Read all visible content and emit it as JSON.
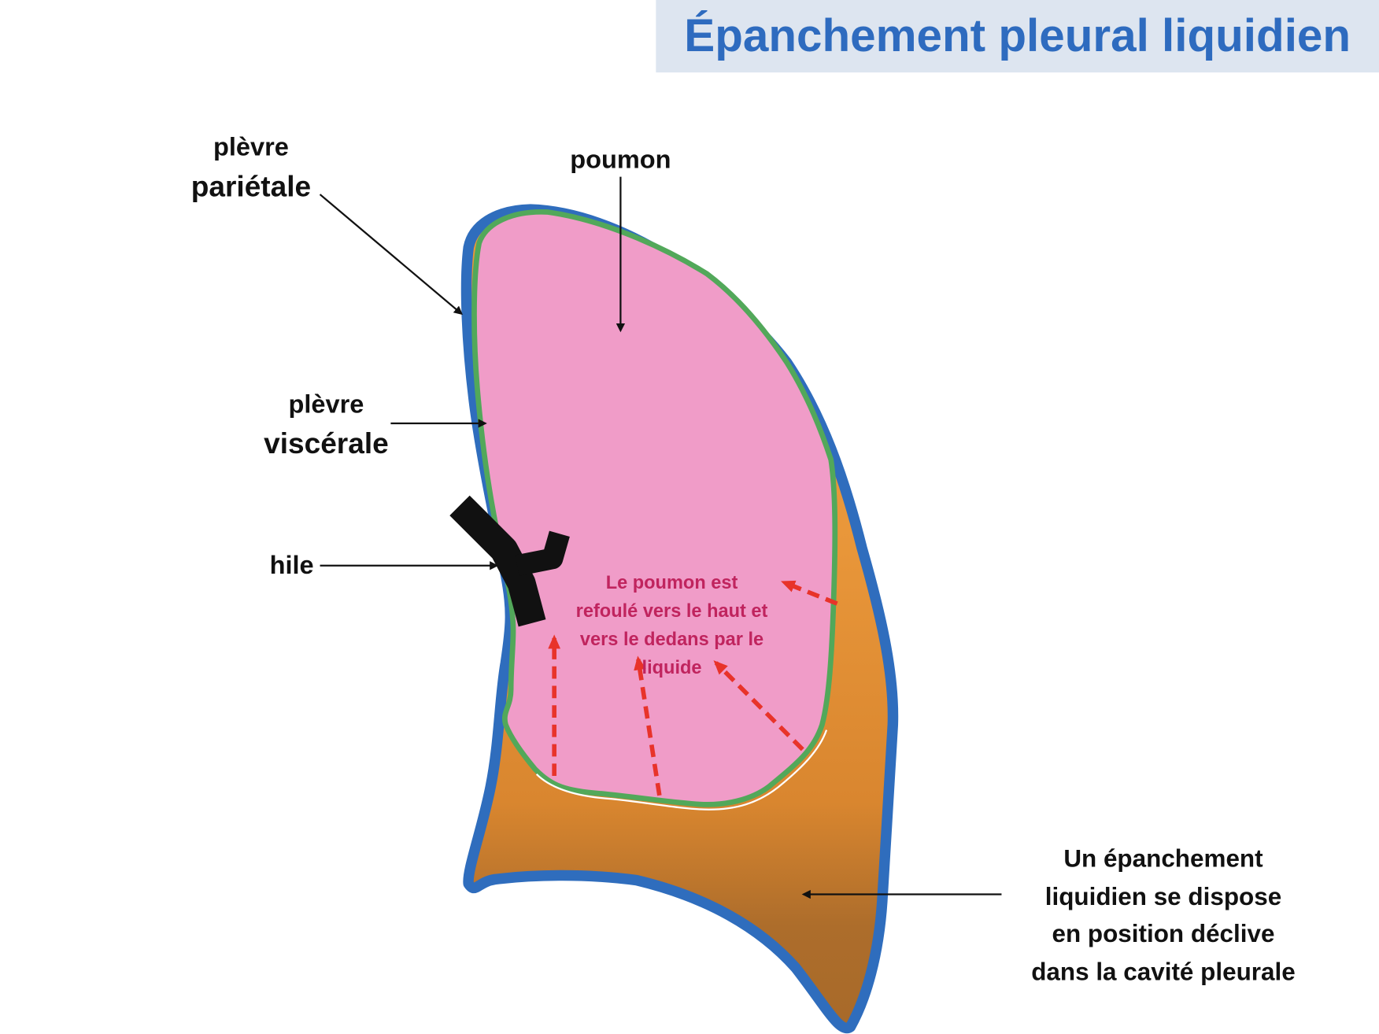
{
  "title": "Épanchement pleural liquidien",
  "labels": {
    "plevre_parietale": [
      "plèvre",
      "pariétale"
    ],
    "poumon": "poumon",
    "plevre_viscerale": [
      "plèvre",
      "viscérale"
    ],
    "hile": "hile",
    "epanchement": [
      "Un épanchement",
      "liquidien se dispose",
      "en position déclive",
      "dans la cavité pleurale"
    ],
    "note": [
      "Le poumon est",
      "refoulé vers le haut et",
      "vers le dedans par le",
      "liquide"
    ]
  },
  "colors": {
    "title_bg": "#dde5f0",
    "title_text": "#2e6bbf",
    "parietal_pleura": "#2f6dbd",
    "visceral_pleura": "#52a85a",
    "lung": "#f09cc8",
    "fluid_top": "#e9973a",
    "fluid_bottom": "#a86a2a",
    "note_text": "#c0245e",
    "dashed_arrows": "#e8332a"
  }
}
